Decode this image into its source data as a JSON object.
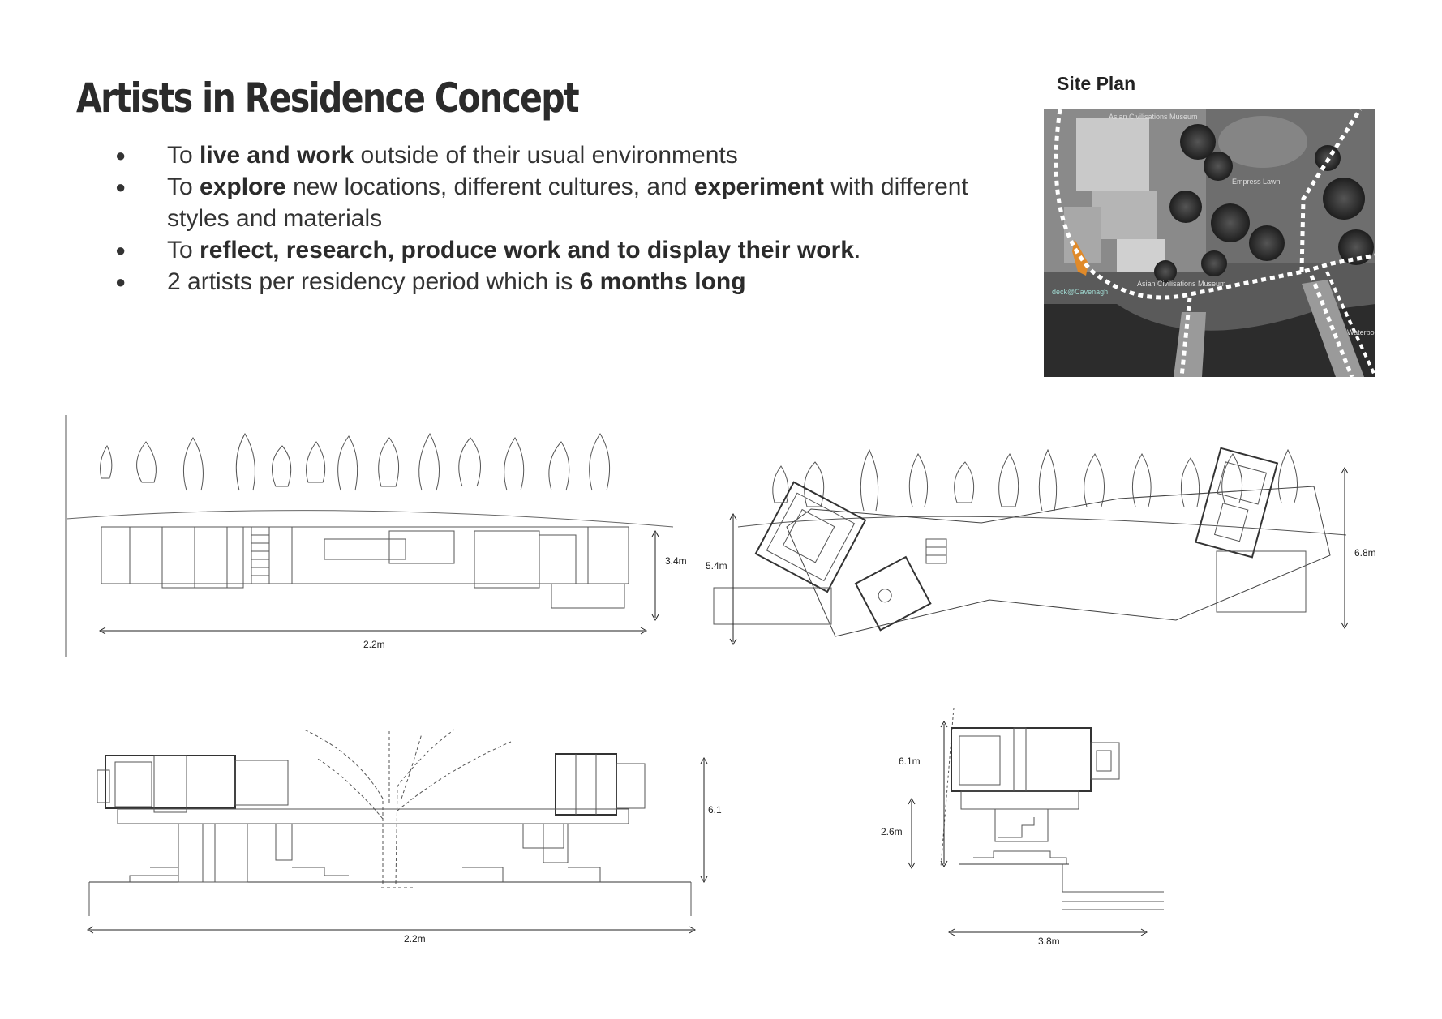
{
  "title": "Artists in Residence Concept",
  "bullets": [
    {
      "segments": [
        {
          "text": "To ",
          "bold": false
        },
        {
          "text": "live and work",
          "bold": true
        },
        {
          "text": " outside of their usual environments",
          "bold": false
        }
      ]
    },
    {
      "segments": [
        {
          "text": "To ",
          "bold": false
        },
        {
          "text": "explore",
          "bold": true
        },
        {
          "text": " new locations, different cultures, and ",
          "bold": false
        },
        {
          "text": "experiment",
          "bold": true
        },
        {
          "text": " with different styles and materials",
          "bold": false
        }
      ]
    },
    {
      "segments": [
        {
          "text": "To ",
          "bold": false
        },
        {
          "text": "reflect, research, produce work and to display their work",
          "bold": true
        },
        {
          "text": ".",
          "bold": false
        }
      ]
    },
    {
      "segments": [
        {
          "text": "2 artists per residency period which is ",
          "bold": false
        },
        {
          "text": "6 months long",
          "bold": true
        }
      ]
    }
  ],
  "site_plan": {
    "label": "Site Plan",
    "map_labels": {
      "museum": "Asian Civilisations Museum",
      "lawn": "Empress Lawn",
      "deck": "deck@Cavenagh",
      "waterboat": "Waterbo"
    }
  },
  "drawings": {
    "plan_left": {
      "height": "3.4m",
      "width": "2.2m"
    },
    "plan_right": {
      "left_height": "5.4m",
      "right_height": "6.8m"
    },
    "elevation_front": {
      "height": "6.1m",
      "width": "2.2m"
    },
    "elevation_side": {
      "total_height": "6.1m",
      "lower_height": "2.6m",
      "width": "3.8m"
    }
  },
  "colors": {
    "text": "#333333",
    "title": "#2b2b2b",
    "line": "#555555"
  }
}
